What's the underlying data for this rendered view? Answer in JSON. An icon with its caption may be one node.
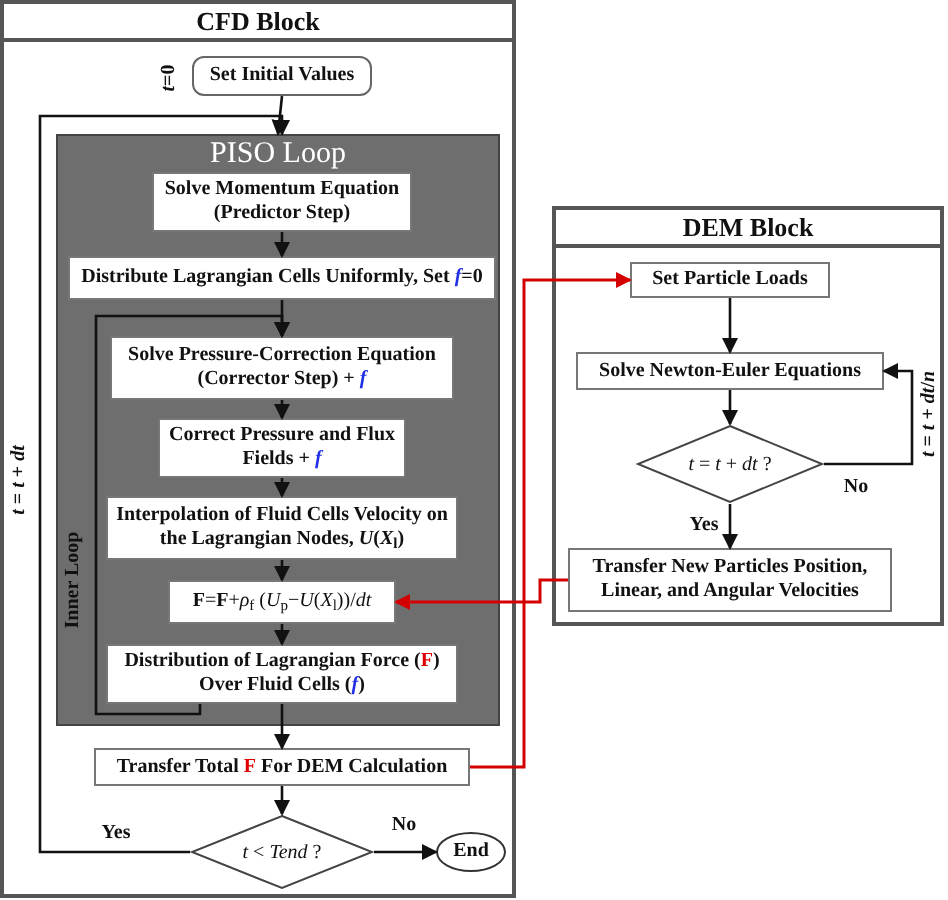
{
  "diagram": {
    "nodes": [
      {
        "text": [
          "CFD Block"
        ]
      },
      {
        "text": [
          "Set Initial Values"
        ],
        "in": 0,
        "beside": [
          "*t*=0"
        ]
      },
      {
        "text": [
          "PISO Loop"
        ],
        "in": 0
      },
      {
        "text": [
          "Solve Momentum Equation (Predictor Step)"
        ],
        "in": 2
      },
      {
        "text": [
          "Distribute Lagrangian Cells Uniformly, Set *f*=0"
        ],
        "in": 2
      },
      {
        "text": [
          "Solve Pressure-Correction Equation (Corrector Step) + *f*"
        ],
        "in": 2
      },
      {
        "text": [
          "Correct Pressure and Flux Fields + *f*"
        ],
        "in": 2
      },
      {
        "text": [
          "Interpolation of Fluid Cells Velocity on the Lagrangian Nodes, *U*(*X*$_{l}$)"
        ],
        "in": 2
      },
      {
        "text": [
          "**F**=**F**+*ρ*$_{f}$ (*U*$_{p}$−*U*(*X*$_{l}$))/*dt*"
        ],
        "in": 2
      },
      {
        "text": [
          "Distribution of Lagrangian Force (**F**) Over Fluid Cells (*f*)"
        ],
        "in": 2
      },
      {
        "text": [
          "Transfer Total **F** For DEM Calculation"
        ],
        "in": 0
      },
      {
        "text": [
          "*t* < *Tend* ?"
        ],
        "in": 0
      },
      {
        "text": [
          "End"
        ],
        "in": 0
      },
      {
        "text": [
          "DEM Block"
        ]
      },
      {
        "text": [
          "Set Particle Loads"
        ],
        "in": 13
      },
      {
        "text": [
          "Solve Newton-Euler Equations"
        ],
        "in": 13
      },
      {
        "text": [
          "*t* = *t* + *dt* ?"
        ],
        "in": 13
      },
      {
        "text": [
          "Transfer New Particles Position, Linear, and Angular Velocities"
        ],
        "in": 13
      }
    ],
    "edges": [
      {
        "from": 1,
        "to": 2,
        "arrow": "to"
      },
      {
        "from": 3,
        "to": 4,
        "arrow": "to"
      },
      {
        "from": 4,
        "to": 5,
        "arrow": "to"
      },
      {
        "from": 5,
        "to": 6,
        "arrow": "to"
      },
      {
        "from": 6,
        "to": 7,
        "arrow": "to"
      },
      {
        "from": 7,
        "to": 8,
        "arrow": "to"
      },
      {
        "from": 8,
        "to": 9,
        "arrow": "to"
      },
      {
        "from": 9,
        "to": 10,
        "arrow": "to"
      },
      {
        "from": 9,
        "to": 5,
        "arrow": "to",
        "label": "Inner Loop"
      },
      {
        "from": 10,
        "to": 11,
        "arrow": "to"
      },
      {
        "from": 11,
        "to": 12,
        "arrow": "to",
        "label": "No"
      },
      {
        "from": 11,
        "to": 2,
        "arrow": "to",
        "label": "Yes"
      },
      {
        "from": 10,
        "to": 14,
        "arrow": "to",
        "color": "#d40000"
      },
      {
        "from": 17,
        "to": 8,
        "arrow": "to",
        "color": "#d40000"
      },
      {
        "from": 14,
        "to": 15,
        "arrow": "to"
      },
      {
        "from": 15,
        "to": 16,
        "arrow": "to"
      },
      {
        "from": 16,
        "to": 17,
        "arrow": "to",
        "label": "Yes"
      },
      {
        "from": 16,
        "to": 15,
        "arrow": "to",
        "label": "No"
      }
    ],
    "labels": [
      "*t* = *t* + *dt*",
      "*t* = *t* + *dt*/*n*"
    ]
  }
}
